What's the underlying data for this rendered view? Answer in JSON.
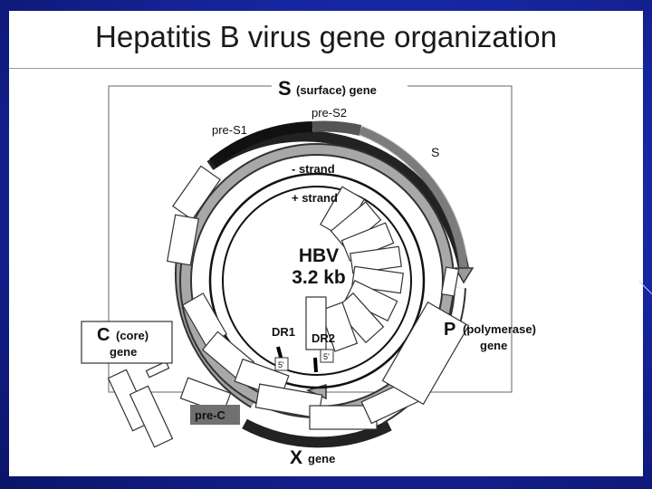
{
  "slide": {
    "title": "Hepatitis B virus gene organization"
  },
  "diagram": {
    "center": {
      "line1": "HBV",
      "line2": "3.2 kb"
    },
    "genes": {
      "s_letter": "S",
      "s_rest": "(surface) gene",
      "c_letter": "C",
      "c_rest": "(core)",
      "c_line2": "gene",
      "p_letter": "P",
      "p_rest": "(polymerase)",
      "p_line2": "gene",
      "x_letter": "X",
      "x_rest": "gene"
    },
    "labels": {
      "pre_s1": "pre-S1",
      "pre_s2": "pre-S2",
      "s_small": "S",
      "minus_strand": "- strand",
      "plus_strand": "+ strand",
      "dr1": "DR1",
      "dr2": "DR2",
      "five_prime_1": "5'",
      "five_prime_2": "5'",
      "pre_c": "pre-C"
    }
  }
}
